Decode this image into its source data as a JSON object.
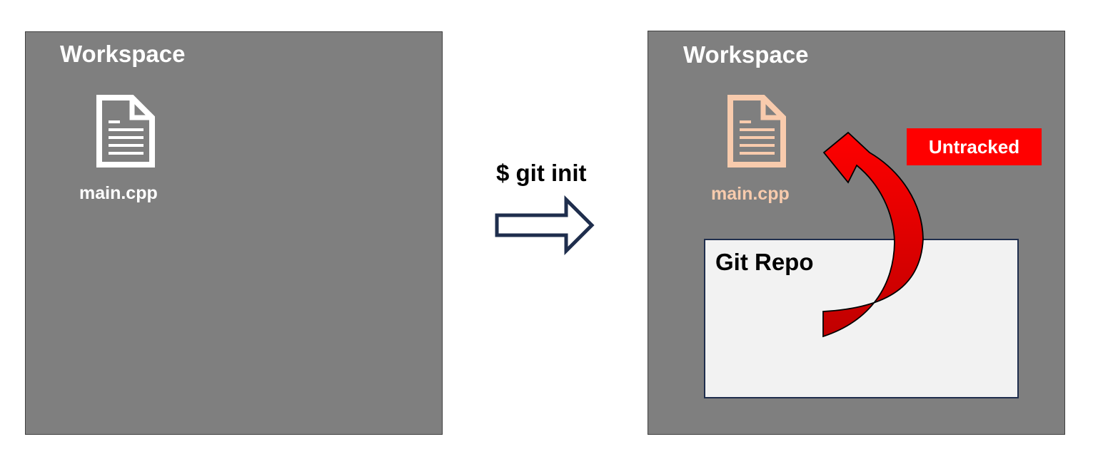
{
  "before": {
    "workspace_title": "Workspace",
    "file_label": "main.cpp"
  },
  "command": {
    "label": "$ git init"
  },
  "after": {
    "workspace_title": "Workspace",
    "file_label": "main.cpp",
    "repo_title": "Git Repo",
    "status_badge": "Untracked"
  },
  "icons": {
    "file": "document-icon",
    "step_arrow": "right-arrow-icon",
    "status_arrow": "curved-arrow-icon"
  },
  "colors": {
    "workspace_bg": "#7f7f7f",
    "workspace_border": "#404040",
    "tracked_file": "#ffffff",
    "untracked_file": "#f8cbad",
    "repo_bg": "#f2f2f2",
    "repo_border": "#1f2e4d",
    "badge_bg": "#ff0000",
    "arrow_red": "#ff0000",
    "step_arrow_stroke": "#1f2e4d"
  }
}
